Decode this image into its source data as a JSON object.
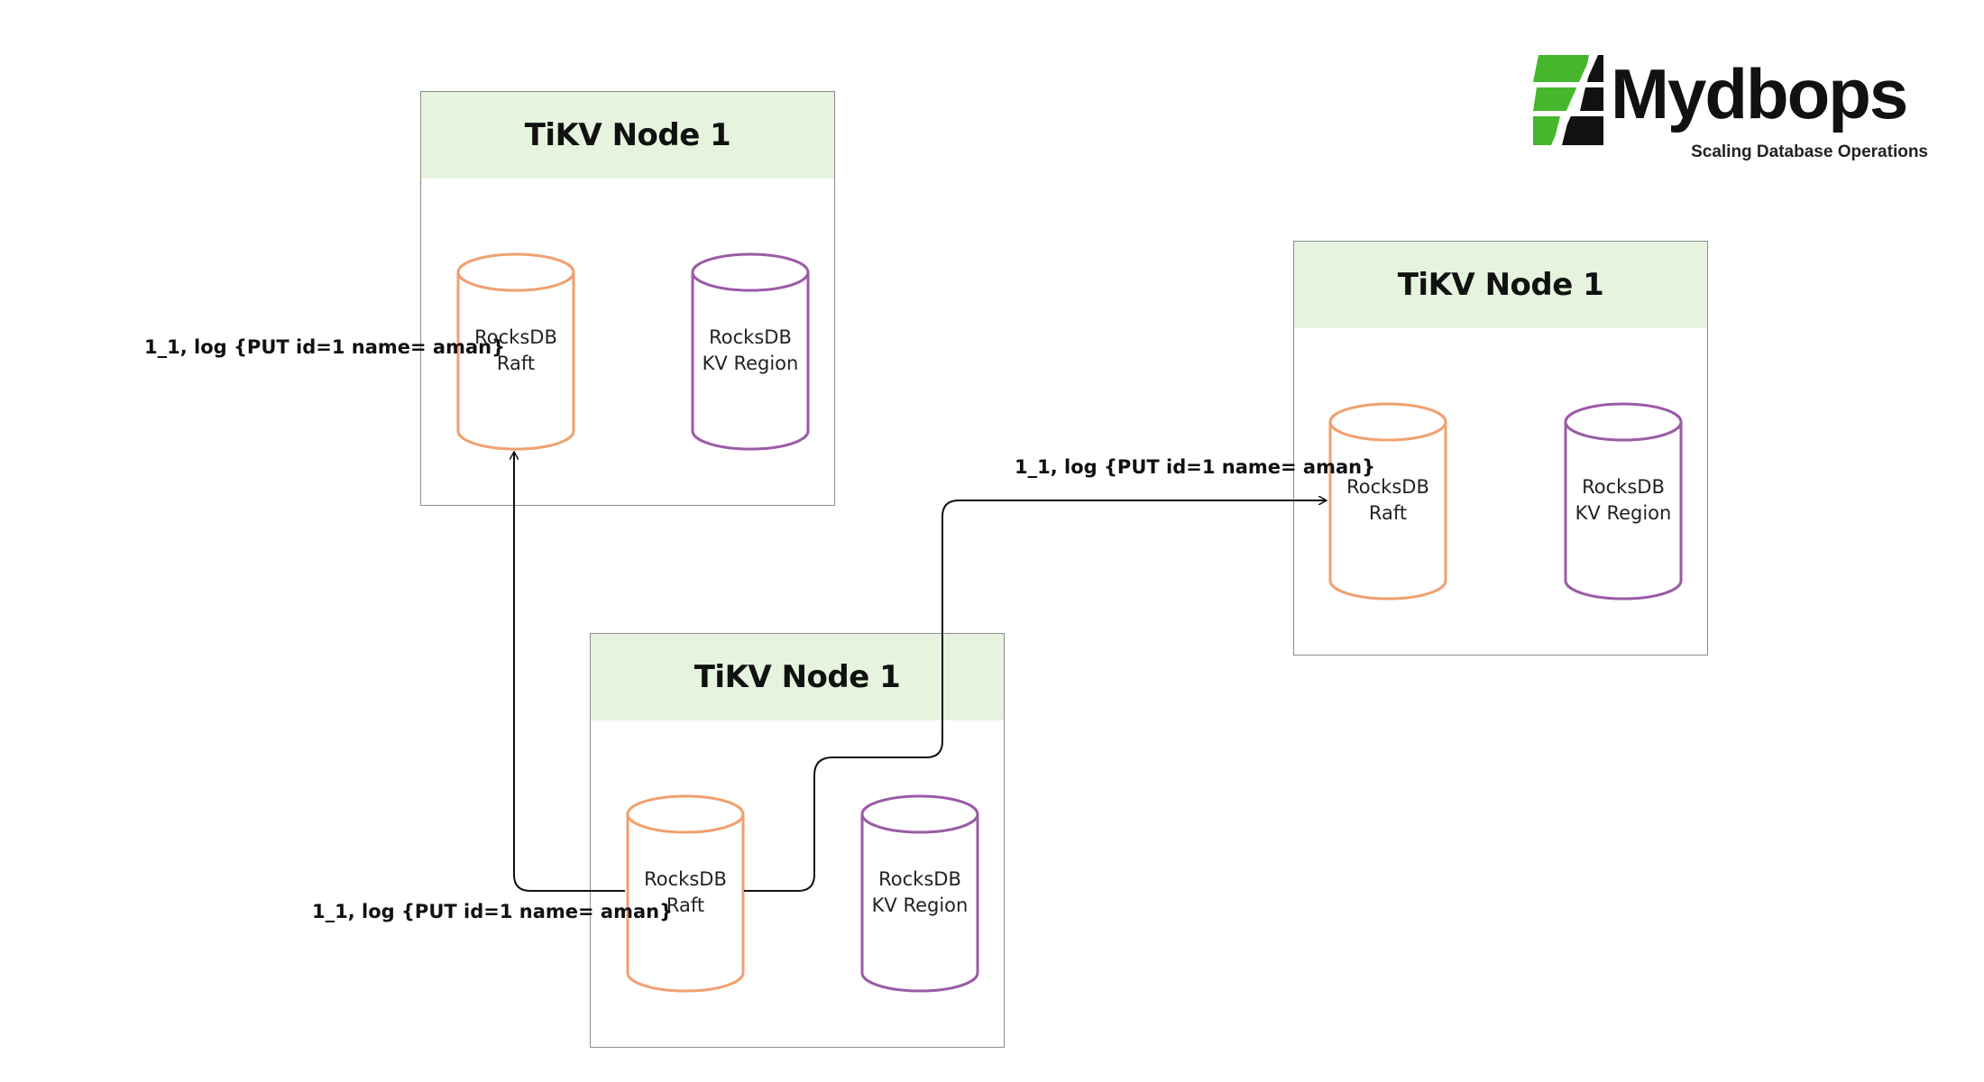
{
  "logo": {
    "wordmark": "Mydbops",
    "tagline": "Scaling Database Operations",
    "brand_green": "#46b72c",
    "brand_dark": "#111111"
  },
  "colors": {
    "header_fill": "#e6f3df",
    "raft_stroke": "#f0a070",
    "kv_stroke": "#9b5aa6",
    "box_border": "#8c8c8c",
    "connector": "#111111"
  },
  "nodes": [
    {
      "title": "TiKV Node 1",
      "raft": {
        "line1": "RocksDB",
        "line2": "Raft"
      },
      "kv": {
        "line1": "RocksDB",
        "line2": "KV Region"
      }
    },
    {
      "title": "TiKV Node 1",
      "raft": {
        "line1": "RocksDB",
        "line2": "Raft"
      },
      "kv": {
        "line1": "RocksDB",
        "line2": "KV Region"
      }
    },
    {
      "title": "TiKV Node 1",
      "raft": {
        "line1": "RocksDB",
        "line2": "Raft"
      },
      "kv": {
        "line1": "RocksDB",
        "line2": "KV Region"
      }
    }
  ],
  "log_labels": {
    "top_left": "1_1, log {PUT id=1 name= aman}",
    "right_node": "1_1, log {PUT id=1 name= aman}",
    "bottom_leader": "1_1, log {PUT id=1 name= aman}"
  }
}
